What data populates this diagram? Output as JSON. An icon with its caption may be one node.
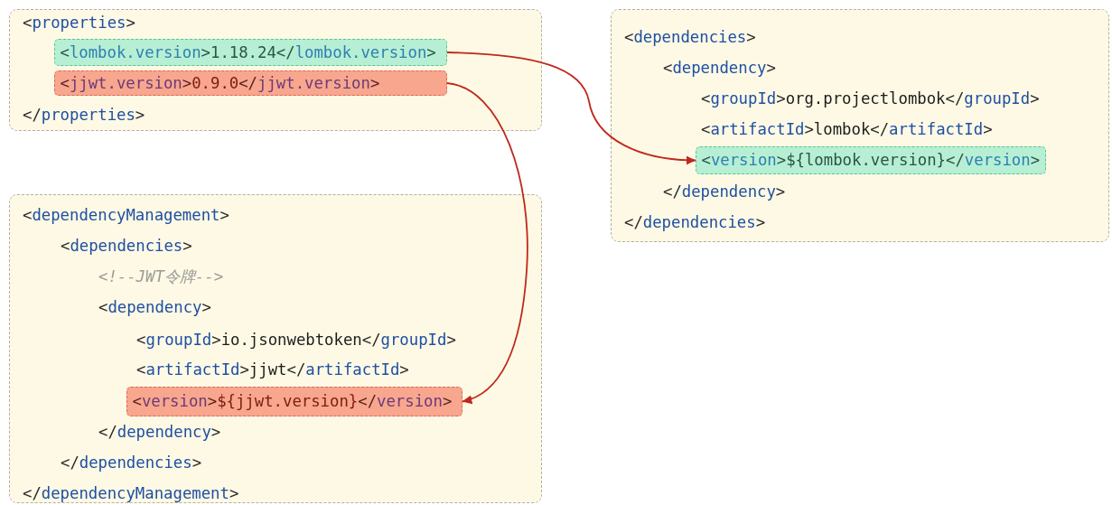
{
  "diagram": {
    "nodes": [
      {
        "text": [
          "<properties>",
          "</properties>"
        ]
      },
      {
        "text": [
          "<lombok.version>1.18.24</lombok.version>"
        ],
        "in": 0
      },
      {
        "text": [
          "<jjwt.version>0.9.0</jjwt.version>"
        ],
        "in": 0
      },
      {
        "text": [
          "<dependencies>",
          "<dependency>",
          "<groupId>org.projectlombok</groupId>",
          "<artifactId>lombok</artifactId>",
          "</dependency>",
          "</dependencies>"
        ]
      },
      {
        "text": [
          "<version>${lombok.version}</version>"
        ],
        "in": 3
      },
      {
        "text": [
          "<dependencyManagement>",
          "<dependencies>",
          "<!--JWT令牌-->",
          "<dependency>",
          "<groupId>io.jsonwebtoken</groupId>",
          "<artifactId>jjwt</artifactId>",
          "</dependency>",
          "</dependencies>",
          "</dependencyManagement>"
        ]
      },
      {
        "text": [
          "<version>${jjwt.version}</version>"
        ],
        "in": 5
      }
    ],
    "edges": [
      {
        "from": 1,
        "to": 4,
        "arrow": "to"
      },
      {
        "from": 2,
        "to": 6,
        "arrow": "to"
      }
    ]
  }
}
